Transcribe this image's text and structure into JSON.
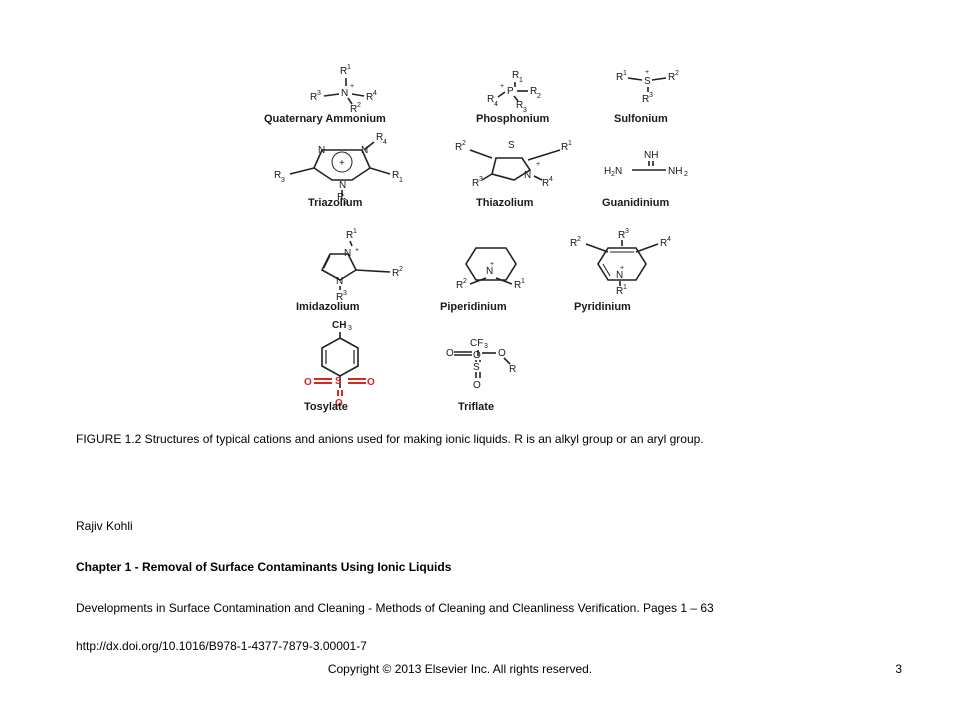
{
  "figure": {
    "structures": [
      {
        "label": "Quaternary Ammonium"
      },
      {
        "label": "Phosphonium"
      },
      {
        "label": "Sulfonium"
      },
      {
        "label": "Triazolium"
      },
      {
        "label": "Thiazolium"
      },
      {
        "label": "Guanidinium"
      },
      {
        "label": "Imidazolium"
      },
      {
        "label": "Piperidinium"
      },
      {
        "label": "Pyridinium"
      },
      {
        "label": "Tosylate"
      },
      {
        "label": "Triflate"
      }
    ],
    "colors": {
      "bond": "#222222",
      "sulfonyl_oxygen": "#d62a1e"
    }
  },
  "caption": "FIGURE  1.2   Structures of typical cations and anions used for making ionic liquids. R is an alkyl  group or an aryl group.",
  "author": "Rajiv  Kohli",
  "chapter": "Chapter  1 -  Removal  of Surface  Contaminants  Using  Ionic Liquids",
  "source": "Developments in Surface Contamination and Cleaning - Methods of Cleaning and Cleanliness Verification. Pages 1 – 63",
  "doi": "http://dx.doi.org/10.1016/B978-1-4377-7879-3.00001-7",
  "footer": {
    "copyright": "Copyright © 2013 Elsevier Inc. All rights reserved.",
    "page_number": "3"
  }
}
